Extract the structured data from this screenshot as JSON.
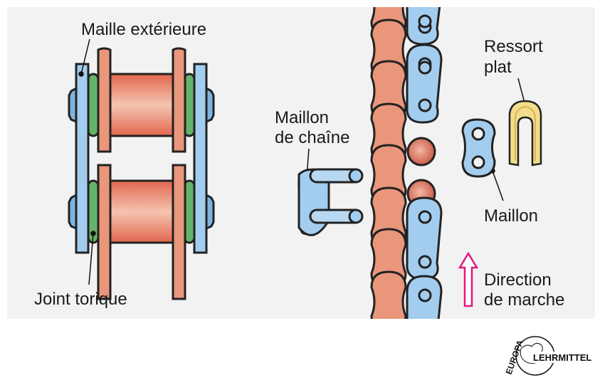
{
  "labels": {
    "outer_link": "Maille extérieure",
    "o_ring": "Joint torique",
    "chain_link_line1": "Maillon",
    "chain_link_line2": "de chaîne",
    "spring_line1": "Ressort",
    "spring_line2": "plat",
    "link": "Maillon",
    "direction_line1": "Direction",
    "direction_line2": "de marche"
  },
  "logo": {
    "top": "EUROPA",
    "bottom": "LEHRMITTEL"
  },
  "colors": {
    "blue": "#a3cdee",
    "salmon": "#e9967a",
    "green": "#66b36b",
    "roller": "#e5705a",
    "spring": "#f3dd8a",
    "arrow": "#e0197f",
    "panel": "#f2f2f2"
  }
}
